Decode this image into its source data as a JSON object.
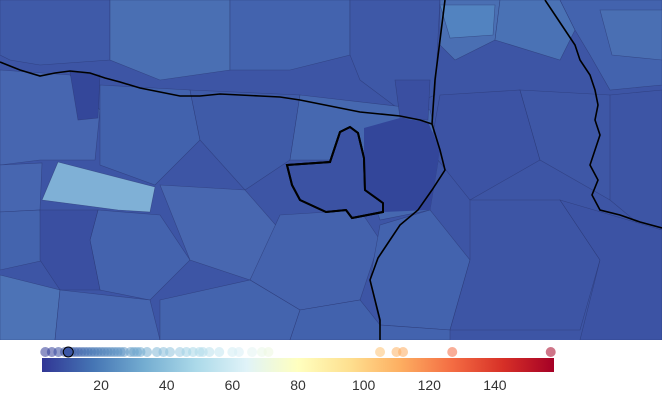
{
  "map": {
    "type": "choropleth",
    "colors": {
      "dark": "#3a4ea0",
      "mid": "#4462ad",
      "light_mid": "#4d7ab8",
      "light": "#7fb0d6",
      "boundary_state": "#000000",
      "boundary_county": "#2a3570",
      "highlight_outline": "#000000"
    }
  },
  "legend": {
    "ticks": [
      "20",
      "40",
      "60",
      "80",
      "100",
      "120",
      "140"
    ],
    "tick_values": [
      20,
      40,
      60,
      80,
      100,
      120,
      140
    ],
    "range": [
      2,
      158
    ],
    "colorscale": [
      "#313695",
      "#4575b4",
      "#74add1",
      "#abd9e9",
      "#e0f3f8",
      "#ffffbf",
      "#fee090",
      "#fdae61",
      "#f46d43",
      "#d73027",
      "#a50026"
    ],
    "distribution_values": [
      3,
      5,
      7,
      9,
      10,
      11,
      12,
      13,
      14,
      15,
      16,
      17,
      18,
      19,
      20,
      21,
      22,
      23,
      24,
      25,
      26,
      27,
      29,
      30,
      31,
      32,
      34,
      37,
      39,
      41,
      44,
      46,
      48,
      50,
      51,
      53,
      56,
      60,
      62,
      66,
      69,
      71,
      105,
      110,
      112,
      127,
      157
    ],
    "highlighted_value": 10
  }
}
